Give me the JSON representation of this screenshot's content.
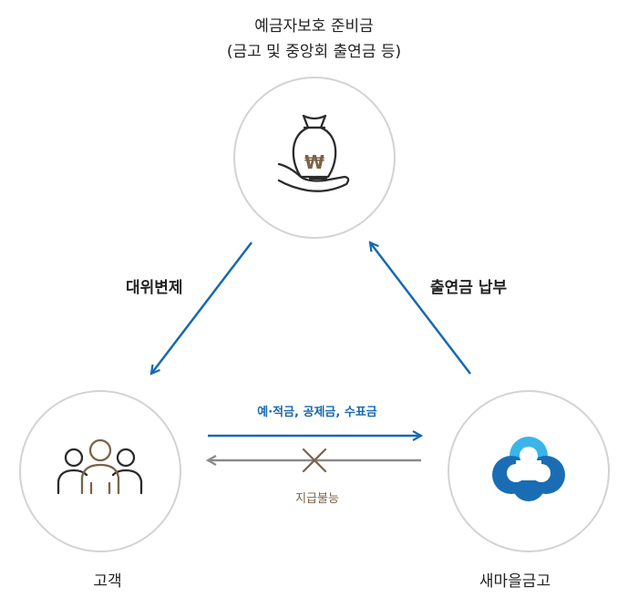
{
  "top_node": {
    "title_line1": "예금자보호 준비금",
    "title_line2": "(금고 및 중앙회 출연금 등)",
    "icon": "money-bag-hand-icon",
    "currency_symbol": "₩"
  },
  "left_node": {
    "label": "고객",
    "icon": "people-group-icon"
  },
  "right_node": {
    "label": "새마을금고",
    "icon": "cloud-clover-logo"
  },
  "edges": {
    "top_to_customer": "대위변제",
    "bank_to_top": "출연금 납부",
    "customer_to_bank": "예·적금, 공제금, 수표금",
    "bank_to_customer": "지급불능"
  },
  "colors": {
    "blue": "#1769b1",
    "gray": "#8a8a8a",
    "brown": "#7a6348",
    "circle_border": "#d3d3d3",
    "icon_dark": "#2b2b2b",
    "logo_light_blue": "#3ab5ea",
    "logo_dark_blue": "#1a6db5"
  }
}
